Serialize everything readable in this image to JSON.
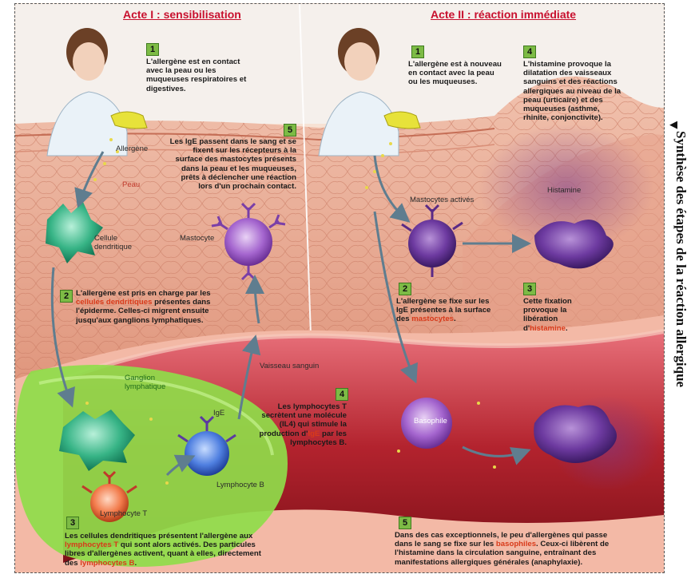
{
  "acte1": {
    "title": "Acte I : sensibilisation",
    "steps": [
      {
        "num": "1",
        "text": "L'allergène est en contact avec la peau ou les muqueuses respiratoires et digestives."
      },
      {
        "num": "2",
        "text_a": "L'allergène est pris en charge par les ",
        "highlight": "cellules dendritiques",
        "text_b": " présentes dans l'épiderme. Celles-ci migrent ensuite jusqu'aux ganglions lymphatiques."
      },
      {
        "num": "3",
        "text_a": "Les cellules dendritiques présentent l'allergène aux ",
        "highlight": "lymphocytes T",
        "text_b": " qui sont alors activés. Des particules libres d'allergènes activent, quant à elles, directement des ",
        "highlight2": "lymphocytes B",
        "text_c": "."
      },
      {
        "num": "4",
        "text_a": "Les lymphocytes T secrètent une molécule (IL4) qui stimule la production d'",
        "highlight": "IgE",
        "text_b": " par les lymphocytes B."
      },
      {
        "num": "5",
        "text": "Les IgE passent dans le sang et se fixent sur les récepteurs à la surface des mastocytes présents dans la peau et les muqueuses, prêts à déclencher une réaction lors d'un prochain contact."
      }
    ],
    "labels": {
      "allergene": "Allergène",
      "peau": "Peau",
      "cellule_dendritique": "Cellule dendritique",
      "mastocyte": "Mastocyte",
      "ganglion": "Ganglion lymphatique",
      "vaisseau": "Vaisseau sanguin",
      "ige": "IgE",
      "lymphocyte_b": "Lymphocyte B",
      "lymphocyte_t": "Lymphocyte T"
    }
  },
  "acte2": {
    "title": "Acte II : réaction immédiate",
    "steps": [
      {
        "num": "1",
        "text": "L'allergène est à nouveau en contact avec la peau ou les muqueuses."
      },
      {
        "num": "2",
        "text_a": "L'allergène se fixe sur les IgE présentes à la surface des ",
        "highlight": "mastocytes",
        "text_b": "."
      },
      {
        "num": "3",
        "text_a": "Cette fixation provoque la libération d'",
        "highlight": "histamine",
        "text_b": "."
      },
      {
        "num": "4",
        "text": "L'histamine provoque la dilatation des vaisseaux sanguins et des réactions allergiques au niveau de la peau (urticaire) et des muqueuses (asthme, rhinite, conjonctivite)."
      },
      {
        "num": "5",
        "text_a": "Dans des cas exceptionnels, le peu d'allergènes qui passe dans le sang se fixe sur les ",
        "highlight": "basophiles",
        "text_b": ". Ceux-ci libèrent de l'histamine dans la circulation sanguine, entraînant des manifestations allergiques générales (anaphylaxie)."
      }
    ],
    "labels": {
      "mastocytes_actives": "Mastocytes activés",
      "histamine": "Histamine",
      "basophile": "Basophile"
    }
  },
  "caption": "Synthèse des étapes de la réaction allergique",
  "colors": {
    "title_red": "#c8102e",
    "step_green": "#7dbb45",
    "highlight": "#d83a1a",
    "skin": "#e9a88f",
    "vessel": "#b52a2a",
    "ganglion": "#8fdc4a",
    "mastocyte": "#9b59c9",
    "lymphocyte_b": "#3f6fd1",
    "dendritic": "#2ba37a"
  }
}
